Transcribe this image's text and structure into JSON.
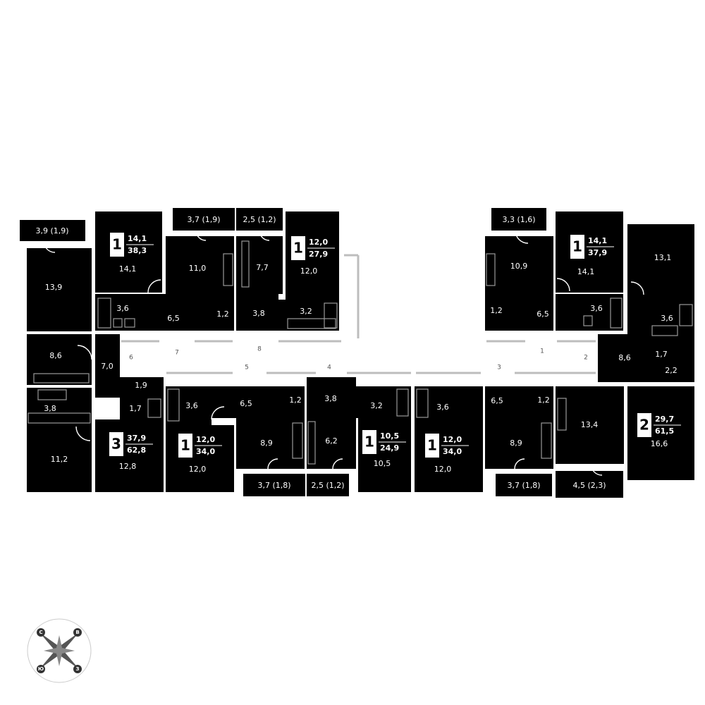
{
  "balcony_labels": [
    "3,9 (1,9)",
    "3,7 (1,9)",
    "2,5 (1,2)",
    "3,3 (1,6)",
    "3,7 (1,8)",
    "2,5 (1,2)",
    "3,7 (1,8)",
    "4,5 (2,3)"
  ],
  "room_areas": [
    "13,9",
    "14,1",
    "11,0",
    "7,7",
    "12,0",
    "10,9",
    "14,1",
    "13,1",
    "3,6",
    "6,5",
    "1,2",
    "3,8",
    "3,2",
    "1,2",
    "6,5",
    "3,6",
    "3,6",
    "8,6",
    "7,0",
    "1,9",
    "1,7",
    "1,7",
    "8,6",
    "2,2",
    "3,8",
    "3,6",
    "6,5",
    "1,2",
    "3,8",
    "3,2",
    "3,6",
    "6,5",
    "1,2",
    "11,2",
    "12,8",
    "12,0",
    "8,9",
    "6,2",
    "10,5",
    "12,0",
    "8,9",
    "13,4",
    "16,6"
  ],
  "corridor_numbers": [
    "6",
    "7",
    "8",
    "5",
    "4",
    "3",
    "1",
    "2"
  ],
  "apartments": [
    {
      "rooms": "1",
      "living": "14,1",
      "total": "38,3"
    },
    {
      "rooms": "1",
      "living": "12,0",
      "total": "27,9"
    },
    {
      "rooms": "1",
      "living": "14,1",
      "total": "37,9"
    },
    {
      "rooms": "3",
      "living": "37,9",
      "total": "62,8"
    },
    {
      "rooms": "1",
      "living": "12,0",
      "total": "34,0"
    },
    {
      "rooms": "1",
      "living": "10,5",
      "total": "24,9"
    },
    {
      "rooms": "1",
      "living": "12,0",
      "total": "34,0"
    },
    {
      "rooms": "2",
      "living": "29,7",
      "total": "61,5"
    }
  ],
  "compass": {
    "north": "С",
    "south": "Ю",
    "east": "В",
    "west": "З"
  },
  "colors": {
    "room": "#000000",
    "background": "#ffffff",
    "corridor_wall": "#bdbdbd"
  }
}
